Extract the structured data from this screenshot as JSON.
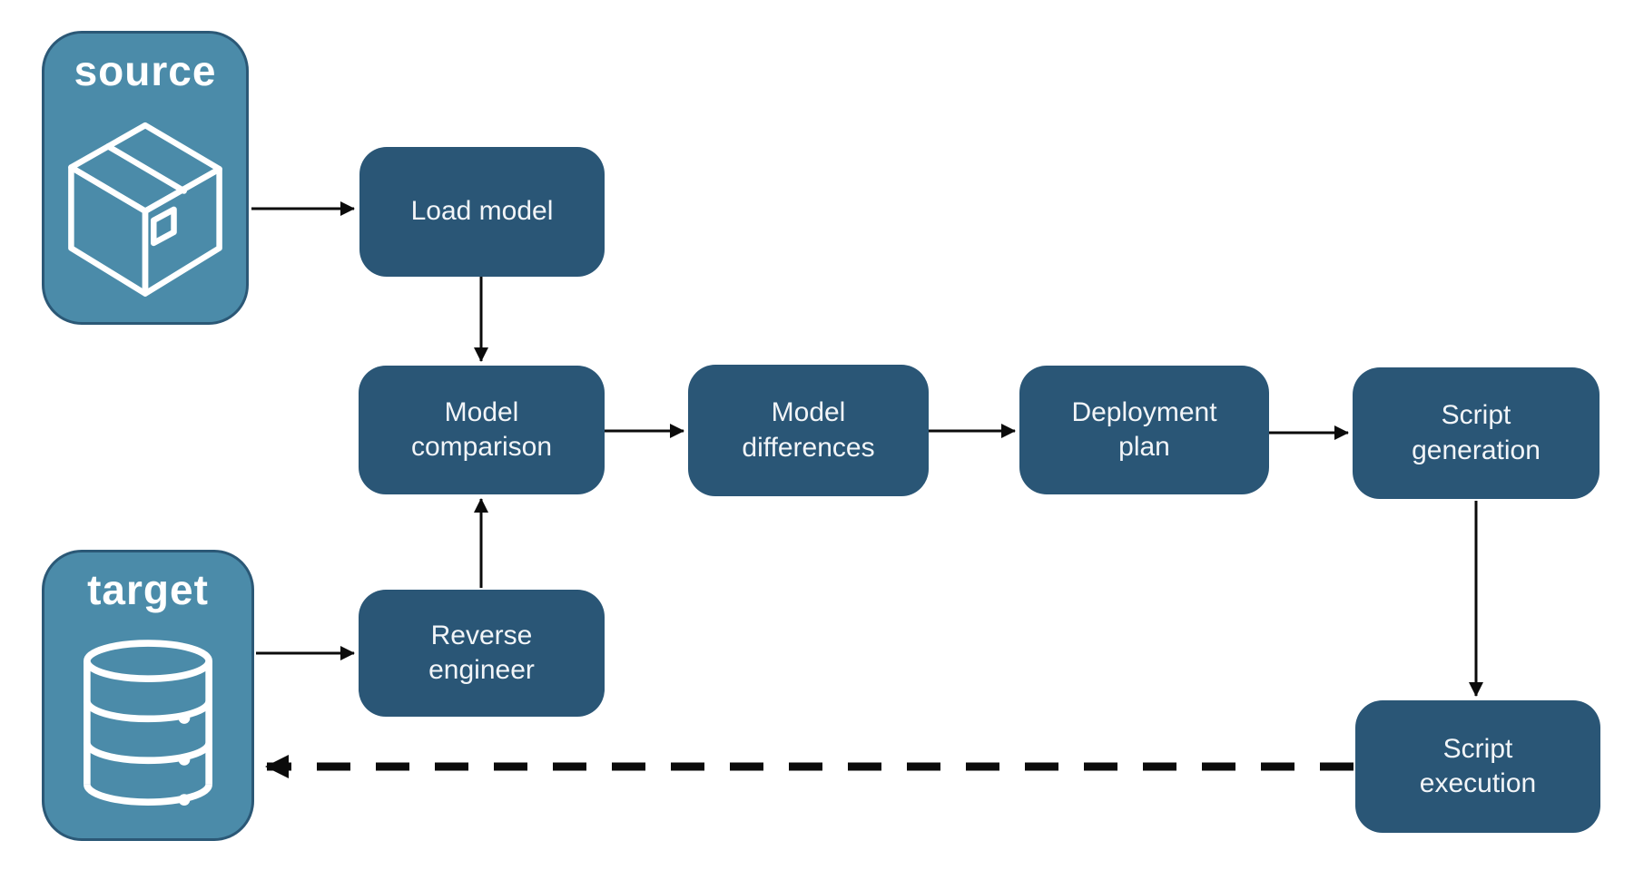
{
  "diagram": {
    "title": "model-driven database deployment flow",
    "endpoints": {
      "source": {
        "label": "source",
        "icon": "package-icon"
      },
      "target": {
        "label": "target",
        "icon": "database-icon"
      }
    },
    "nodes": {
      "load_model": {
        "label": "Load model"
      },
      "model_comparison": {
        "label": "Model comparison"
      },
      "model_differences": {
        "label": "Model differences"
      },
      "deployment_plan": {
        "label": "Deployment plan"
      },
      "script_generation": {
        "label": "Script generation"
      },
      "reverse_engineer": {
        "label": "Reverse engineer"
      },
      "script_execution": {
        "label": "Script execution"
      }
    },
    "edges": [
      {
        "from": "source",
        "to": "load_model",
        "style": "solid"
      },
      {
        "from": "load_model",
        "to": "model_comparison",
        "style": "solid"
      },
      {
        "from": "target",
        "to": "reverse_engineer",
        "style": "solid"
      },
      {
        "from": "reverse_engineer",
        "to": "model_comparison",
        "style": "solid"
      },
      {
        "from": "model_comparison",
        "to": "model_differences",
        "style": "solid"
      },
      {
        "from": "model_differences",
        "to": "deployment_plan",
        "style": "solid"
      },
      {
        "from": "deployment_plan",
        "to": "script_generation",
        "style": "solid"
      },
      {
        "from": "script_generation",
        "to": "script_execution",
        "style": "solid"
      },
      {
        "from": "script_execution",
        "to": "target",
        "style": "dashed"
      }
    ],
    "colors": {
      "node_fill": "#2A5676",
      "node_text": "#F2F5F8",
      "endpoint_fill": "#4B8BA9",
      "endpoint_border": "#2B5876",
      "endpoint_text": "#FFFFFF",
      "arrow": "#0B0B0B",
      "background": "#FFFFFF"
    }
  }
}
